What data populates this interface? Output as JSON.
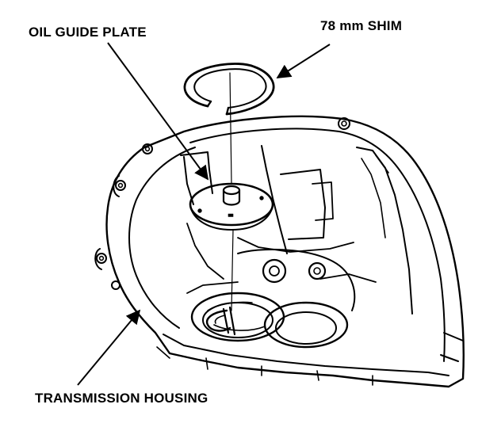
{
  "labels": {
    "oil_guide_plate": "OIL GUIDE PLATE",
    "shim": "78 mm SHIM",
    "transmission_housing": "TRANSMISSION HOUSING"
  },
  "colors": {
    "ink": "#000000",
    "background": "#ffffff"
  }
}
